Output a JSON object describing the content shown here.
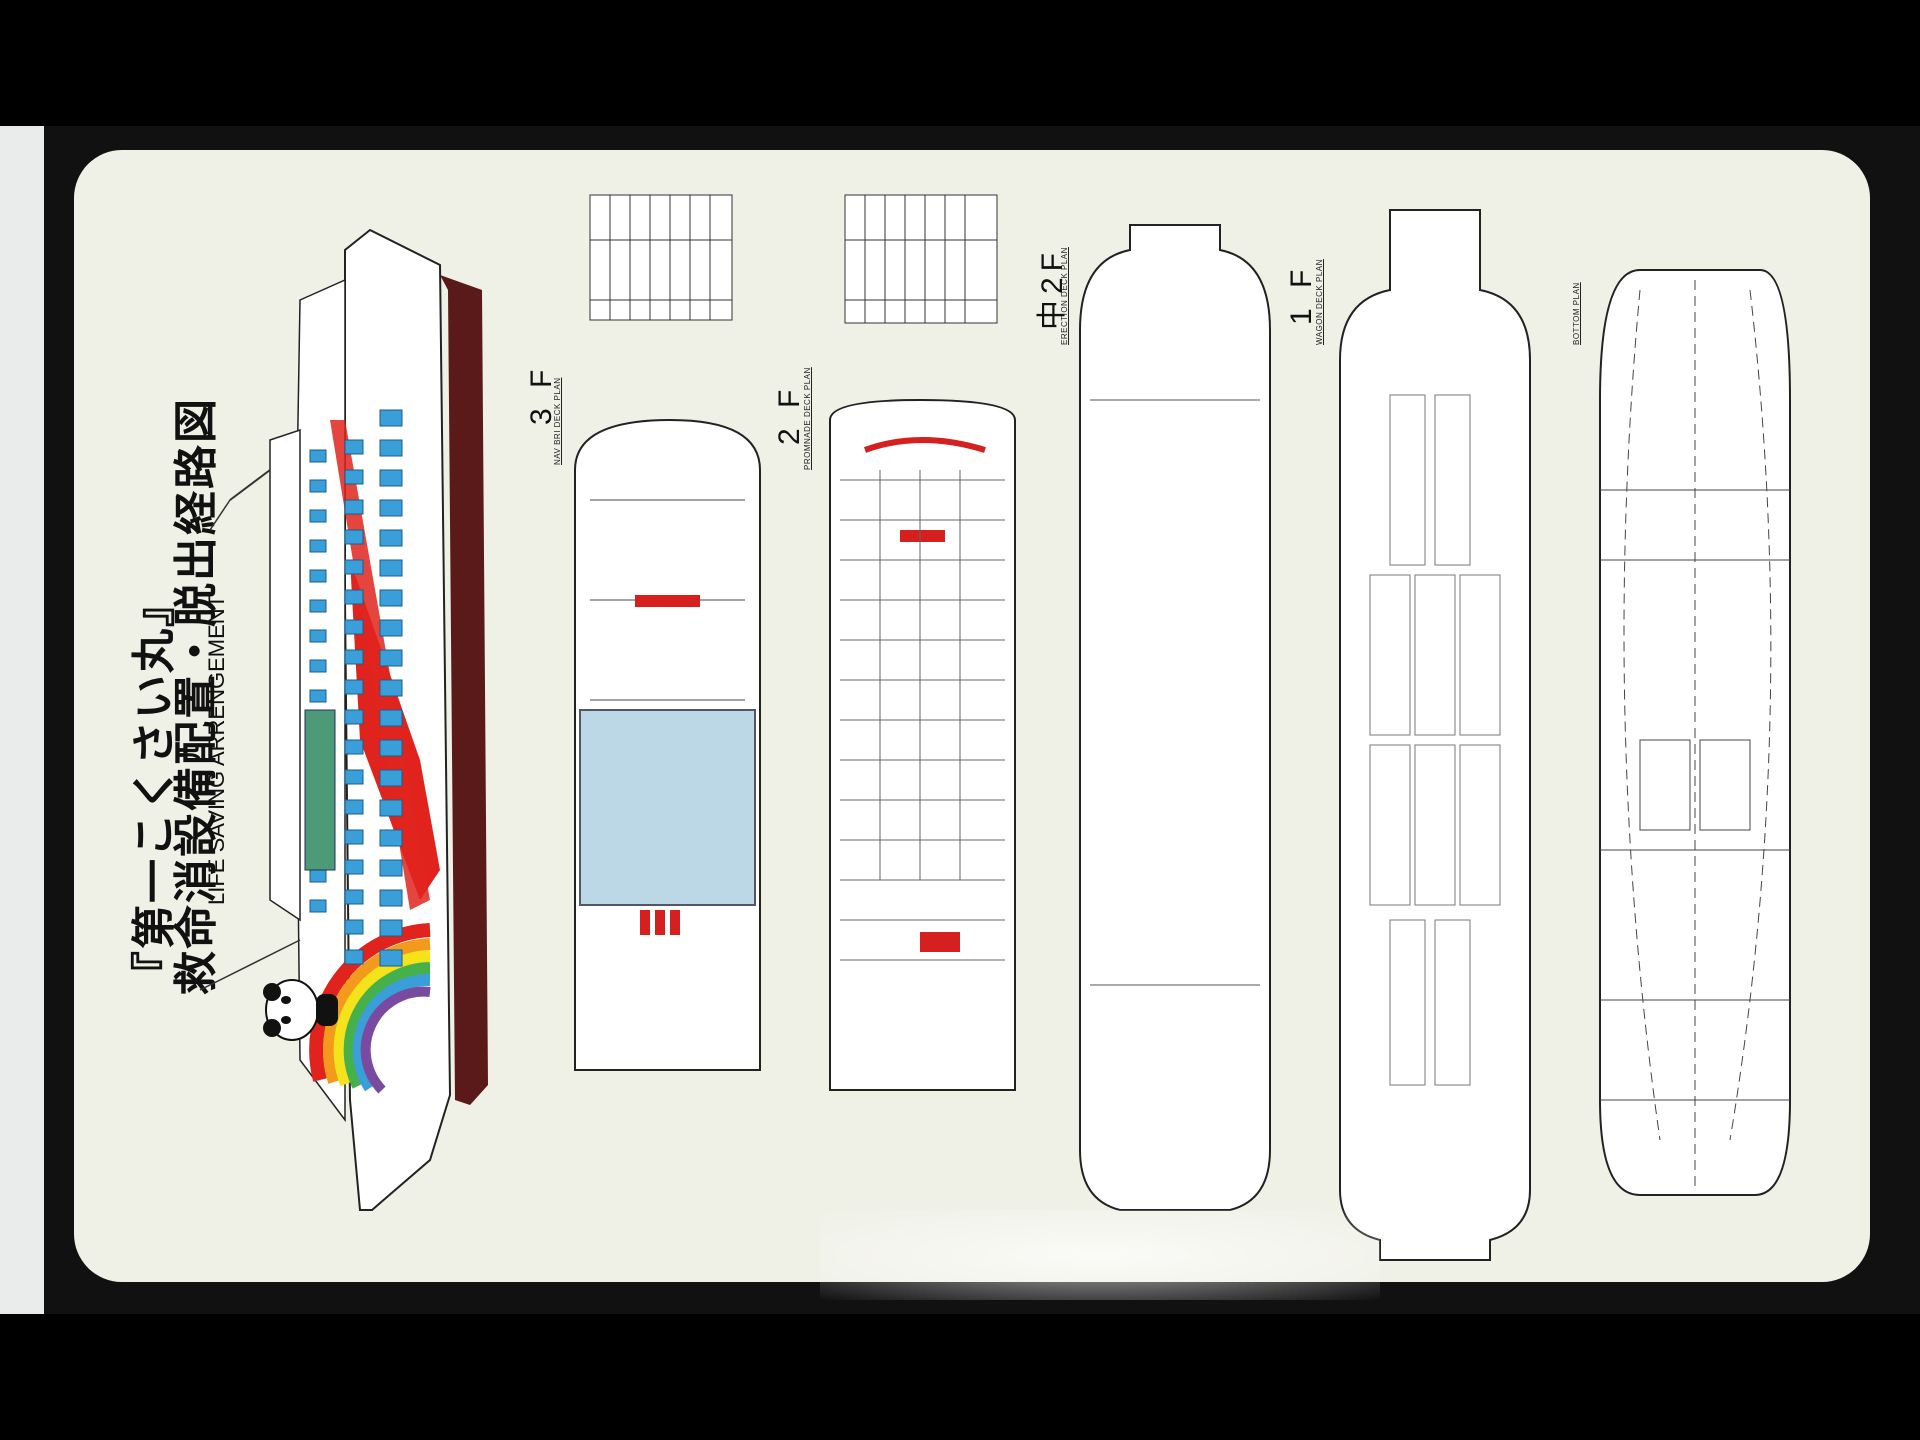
{
  "title": {
    "line1": "『第一こくさい丸』",
    "line2": "救命消設備配置・脱出経路図",
    "english": "LIFE SAVING ARRENGEMENT"
  },
  "decks": [
    {
      "id": "3f",
      "label": "3 F",
      "sub": "NAV BRI DECK PLAN"
    },
    {
      "id": "2f",
      "label": "2 F",
      "sub": "PROMNADE DECK PLAN"
    },
    {
      "id": "m2f",
      "label": "中2F",
      "sub": "ERECTION DECK PLAN"
    },
    {
      "id": "1f",
      "label": "1 F",
      "sub": "WAGON DECK PLAN"
    },
    {
      "id": "bottom",
      "label": "",
      "sub": "BOTTOM PLAN"
    }
  ],
  "colors": {
    "board": "#eff0e6",
    "hull_dark": "#5a1a1a",
    "window_blue": "#3a9fd8",
    "safety_red": "#e02020",
    "hatch_green": "#4c9a78"
  },
  "icons": {
    "mascot": "panda-icon",
    "rainbow": "rainbow-graphic"
  }
}
